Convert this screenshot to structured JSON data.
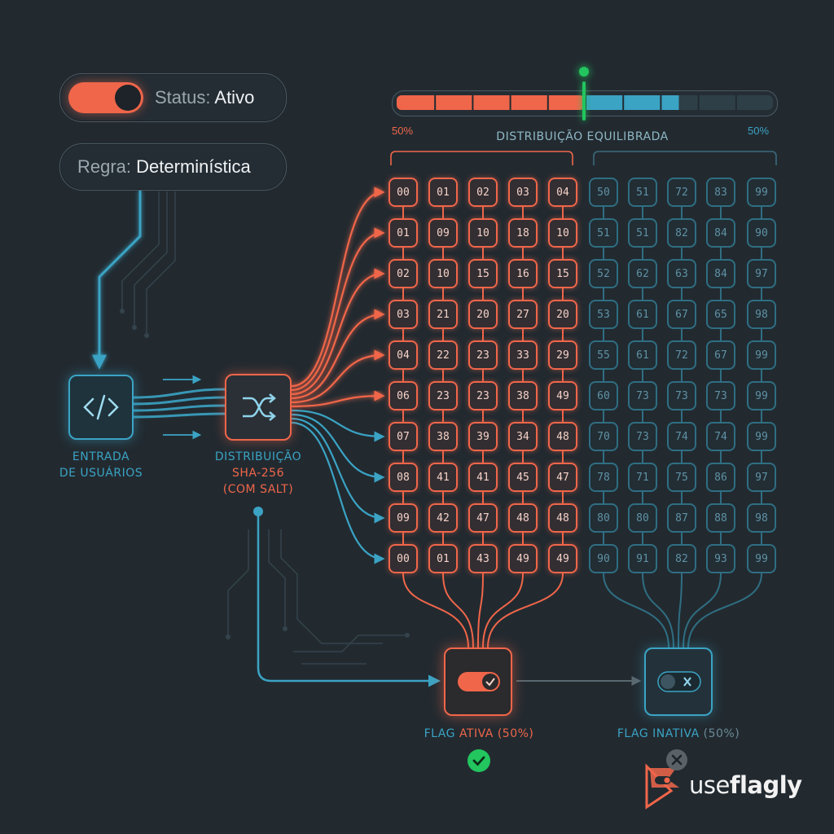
{
  "status": {
    "label": "Status:",
    "value": "Ativo"
  },
  "rule": {
    "label": "Regra:",
    "value": "Determinística"
  },
  "distribution": {
    "left_percent": "50%",
    "right_percent": "50%",
    "label": "DISTRIBUIÇÃO EQUILIBRADA",
    "active_fraction": 0.5
  },
  "nodes": {
    "input_label_line1": "ENTRADA",
    "input_label_line2": "DE USUÁRIOS",
    "hash_label_line1": "DISTRIBUIÇÃO",
    "hash_label_line2": "SHA-256",
    "hash_label_line3": "(COM SALT)",
    "active_flag_label": "FLAG",
    "active_flag_state": "ATIVA",
    "active_flag_pct": "(50%)",
    "inactive_flag_label": "FLAG",
    "inactive_flag_state": "INATIVA",
    "inactive_flag_pct": "(50%)"
  },
  "grid_active": [
    [
      "00",
      "01",
      "02",
      "03",
      "04"
    ],
    [
      "01",
      "09",
      "10",
      "18",
      "10"
    ],
    [
      "02",
      "10",
      "15",
      "16",
      "15"
    ],
    [
      "03",
      "21",
      "20",
      "27",
      "20"
    ],
    [
      "04",
      "22",
      "23",
      "33",
      "29"
    ],
    [
      "06",
      "23",
      "23",
      "38",
      "49"
    ],
    [
      "07",
      "38",
      "39",
      "34",
      "48"
    ],
    [
      "08",
      "41",
      "41",
      "45",
      "47"
    ],
    [
      "09",
      "42",
      "47",
      "48",
      "48"
    ],
    [
      "00",
      "01",
      "43",
      "49",
      "49"
    ]
  ],
  "grid_inactive": [
    [
      "50",
      "51",
      "72",
      "83",
      "99"
    ],
    [
      "51",
      "51",
      "82",
      "84",
      "90"
    ],
    [
      "52",
      "62",
      "63",
      "84",
      "97"
    ],
    [
      "53",
      "61",
      "67",
      "65",
      "98"
    ],
    [
      "55",
      "61",
      "72",
      "67",
      "99"
    ],
    [
      "60",
      "73",
      "73",
      "73",
      "99"
    ],
    [
      "70",
      "73",
      "74",
      "74",
      "99"
    ],
    [
      "78",
      "71",
      "75",
      "86",
      "97"
    ],
    [
      "80",
      "80",
      "87",
      "88",
      "98"
    ],
    [
      "90",
      "91",
      "82",
      "93",
      "99"
    ]
  ],
  "brand": {
    "prefix": "use",
    "suffix": "flagly"
  },
  "colors": {
    "background": "#222a30",
    "active": "#f0664a",
    "inactive": "#3ba3c4",
    "success": "#22c55e"
  },
  "icons": [
    "code-icon",
    "shuffle-icon",
    "toggle-on-icon",
    "toggle-off-icon",
    "check-icon",
    "close-icon",
    "logo-icon"
  ]
}
